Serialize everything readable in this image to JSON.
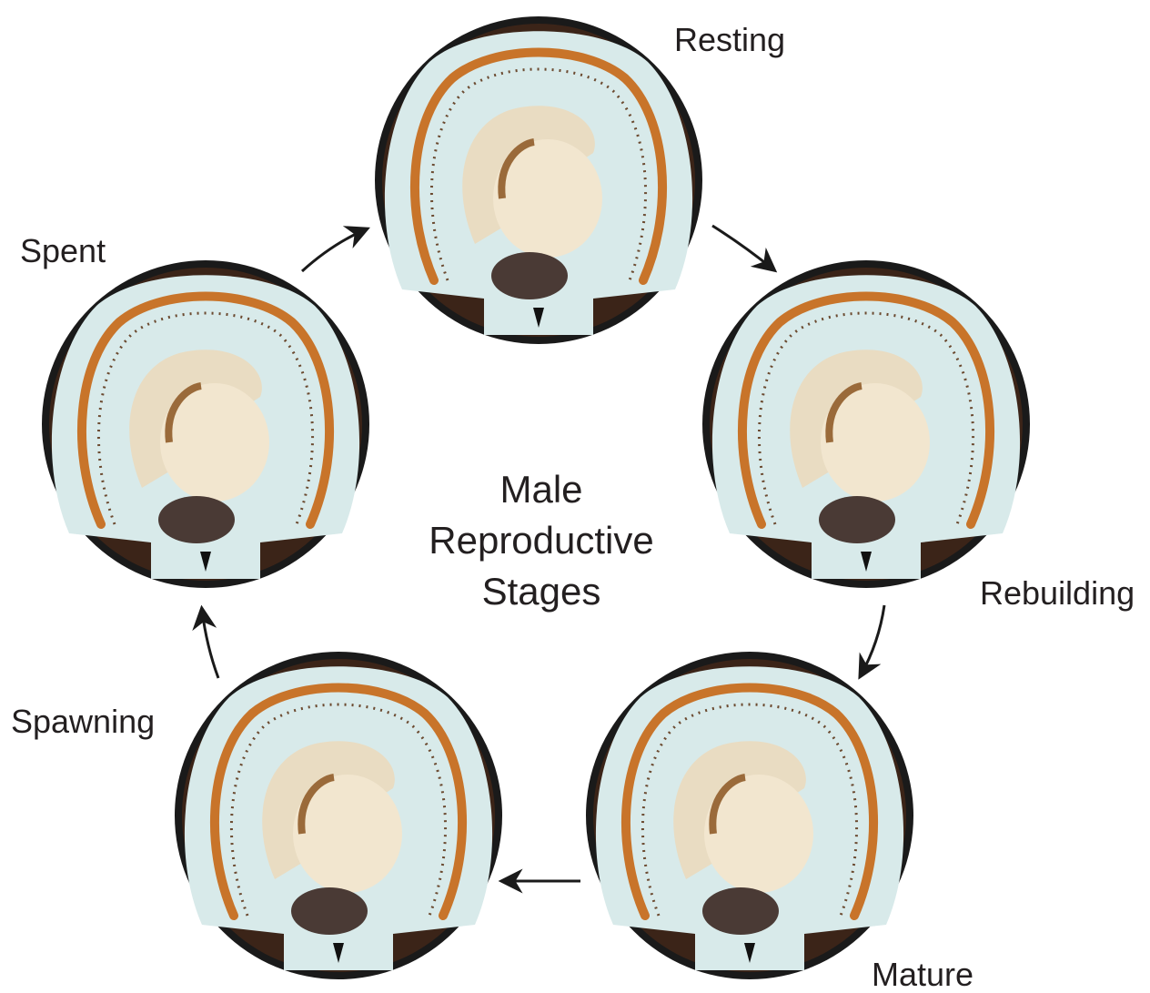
{
  "title_lines": [
    "Male",
    "Reproductive",
    "Stages"
  ],
  "stages": [
    {
      "label": "Resting"
    },
    {
      "label": "Rebuilding"
    },
    {
      "label": "Mature"
    },
    {
      "label": "Spawning"
    },
    {
      "label": "Spent"
    }
  ],
  "colors": {
    "text": "#231f20",
    "frame": "#1a1a1a",
    "wood": "#3b2418",
    "shell": "#d8eaea",
    "gonad_orange": "#c8742a",
    "muscle": "#f2e6cf",
    "foot": "#4a3a35"
  }
}
